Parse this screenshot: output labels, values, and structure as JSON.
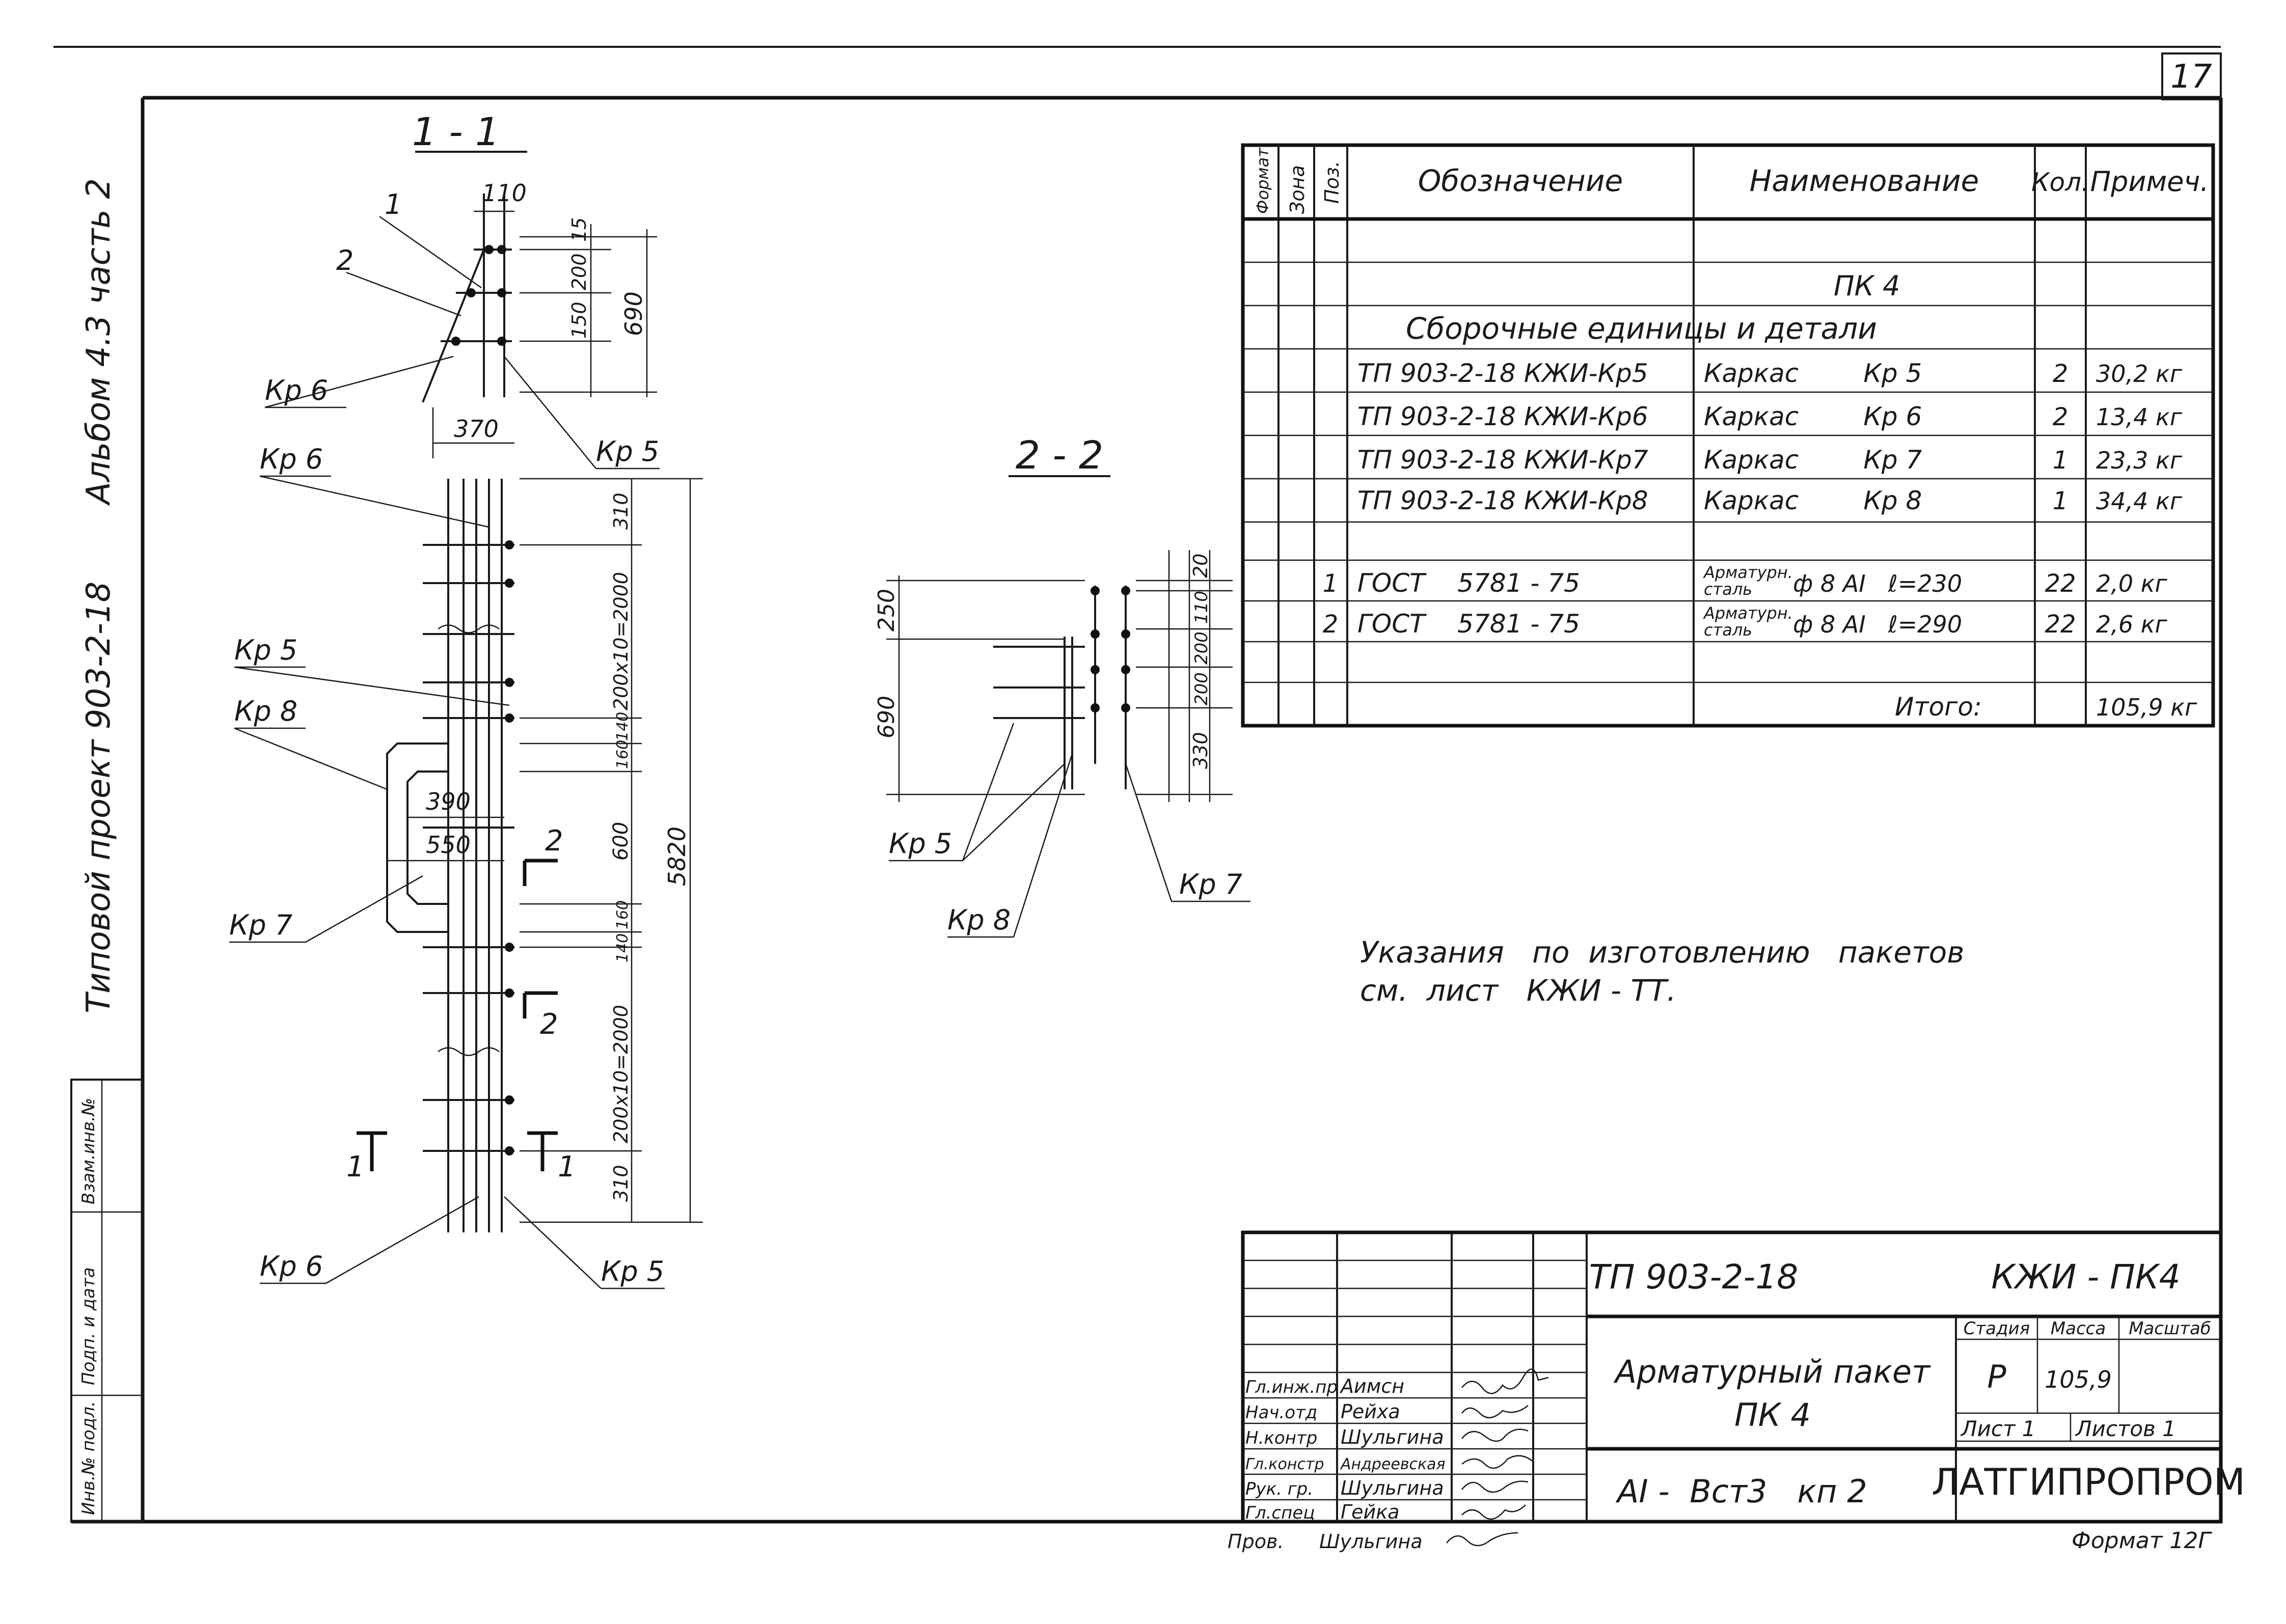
{
  "sheet": {
    "number": "17",
    "side_stamp": "Типовой  проект  903-2-18",
    "album": "Альбом 4.3  часть 2",
    "side_box": [
      "Взам.инв.№",
      "Подп. и дата",
      "Инв.№ подл."
    ]
  },
  "section_1": {
    "title": "1 - 1",
    "dims_top": {
      "width": "110",
      "d15": "15",
      "d200": "200",
      "d150": "150",
      "h690": "690",
      "w370": "370"
    },
    "dims_side": {
      "d310_top": "310",
      "d200x10": "200x10=2000",
      "d140": "140",
      "d160": "160",
      "d600": "600",
      "d160b": "160",
      "d140b": "140",
      "d200x10b": "200x10=2000",
      "d310_bot": "310",
      "total": "5820"
    },
    "dims_mid": {
      "w390": "390",
      "w550": "550"
    },
    "labels": {
      "pos1": "1",
      "pos2": "2",
      "kr6_a": "Кр 6",
      "kr5_a": "Кр 5",
      "kr6_b": "Кр 6",
      "kr5_b": "Кр 5",
      "kr8": "Кр 8",
      "kr7": "Кр 7",
      "kr6_c": "Кр 6",
      "kr5_c": "Кр 5"
    },
    "cuts": {
      "cut2_top": "2",
      "cut2_bot": "2",
      "cut1_left": "1",
      "cut1_right": "1"
    }
  },
  "section_2": {
    "title": "2 - 2",
    "dims": {
      "d250": "250",
      "d690": "690",
      "d20": "20",
      "d110": "110",
      "d200a": "200",
      "d200b": "200",
      "d330": "330"
    },
    "labels": {
      "kr5": "Кр 5",
      "kr8": "Кр 8",
      "kr7": "Кр 7"
    }
  },
  "spec_table": {
    "headers": {
      "format": "Формат",
      "zone": "Зона",
      "pos": "Поз.",
      "designation": "Обозначение",
      "name": "Наименование",
      "qty": "Кол.",
      "note": "Примеч."
    },
    "package": "ПК 4",
    "section_title": "Сборочные  единицы  и  детали",
    "rows": [
      {
        "pos": "",
        "designation": "ТП 903-2-18   КЖИ-Кр5",
        "name": "Каркас        Кр 5",
        "qty": "2",
        "note": "30,2 кг"
      },
      {
        "pos": "",
        "designation": "ТП 903-2-18   КЖИ-Кр6",
        "name": "Каркас        Кр 6",
        "qty": "2",
        "note": "13,4 кг"
      },
      {
        "pos": "",
        "designation": "ТП 903-2-18   КЖИ-Кр7",
        "name": "Каркас        Кр 7",
        "qty": "1",
        "note": "23,3 кг"
      },
      {
        "pos": "",
        "designation": "ТП 903-2-18   КЖИ-Кр8",
        "name": "Каркас        Кр 8",
        "qty": "1",
        "note": "34,4 кг"
      }
    ],
    "steel_rows": [
      {
        "pos": "1",
        "designation": "ГОСТ    5781 - 75",
        "name_top": "Арматурн.",
        "name_bottom": "сталь",
        "spec": "ф 8 АI   ℓ=230",
        "qty": "22",
        "note": "2,0 кг"
      },
      {
        "pos": "2",
        "designation": "ГОСТ    5781 - 75",
        "name_top": "Арматурн.",
        "name_bottom": "сталь",
        "spec": "ф 8 АI   ℓ=290",
        "qty": "22",
        "note": "2,6 кг"
      }
    ],
    "total_label": "Итого:",
    "total_value": "105,9 кг"
  },
  "note": {
    "line1": "Указания   по  изготовлению   пакетов",
    "line2": "см.  лист   КЖИ - ТТ."
  },
  "title_block": {
    "project": "ТП 903-2-18",
    "code": "КЖИ - ПК4",
    "drawing_title_1": "Арматурный  пакет",
    "drawing_title_2": "ПК 4",
    "material": "АI -  Вст3   кп 2",
    "stage_label": "Стадия",
    "mass_label": "Масса",
    "scale_label": "Масштаб",
    "stage": "Р",
    "mass": "105,9",
    "sheet_label": "Лист 1",
    "sheets_label": "Листов 1",
    "org": "ЛАТГИПРОПРОМ",
    "format": "Формат 12Г",
    "staff": [
      {
        "role": "Гл.инж.пр",
        "name": "Аимсн"
      },
      {
        "role": "Нач.отд",
        "name": "Рейха"
      },
      {
        "role": "Н.контр",
        "name": "Шульгина"
      },
      {
        "role": "Гл.констр",
        "name": "Андреевская"
      },
      {
        "role": "Рук. гр.",
        "name": "Шульгина"
      },
      {
        "role": "Гл.спец",
        "name": "Гейка"
      },
      {
        "role": "Пров.",
        "name": "Шульгина"
      }
    ]
  }
}
